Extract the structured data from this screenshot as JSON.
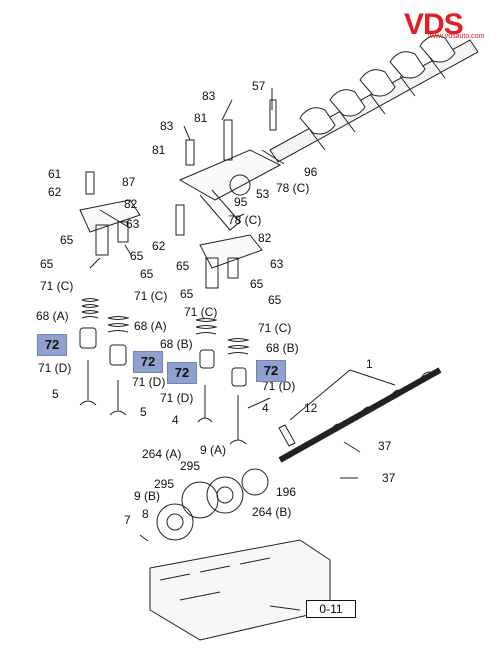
{
  "logo": {
    "text": "VDS",
    "url": "www.vdsauto.com",
    "color": "#e41e26"
  },
  "highlight_color": "#8fa2cf",
  "callouts": {
    "c83": "83",
    "c57": "57",
    "c83b": "83",
    "c81a": "81",
    "c81b": "81",
    "c96": "96",
    "c78c_a": "78 (C)",
    "c53": "53",
    "c95": "95",
    "c78c_b": "78 (C)",
    "c61": "61",
    "c62a": "62",
    "c87": "87",
    "c82a": "82",
    "c63a": "63",
    "c65a": "65",
    "c62b": "62",
    "c82b": "82",
    "c65b": "65",
    "c65c": "65",
    "c63b": "63",
    "c65d": "65",
    "c71c_a": "71 (C)",
    "c71c_b": "71 (C)",
    "c65e": "65",
    "c65f": "65",
    "c71c_c": "71 (C)",
    "c68a_a": "68 (A)",
    "c68a_b": "68 (A)",
    "c71c_d": "71 (C)",
    "c68b_a": "68 (B)",
    "c68b_b": "68 (B)",
    "c71d_a": "71 (D)",
    "c71d_b": "71 (D)",
    "c71d_c": "71 (D)",
    "c71d_d": "71 (D)",
    "c5a": "5",
    "c5b": "5",
    "c4a": "4",
    "c4b": "4",
    "c1": "1",
    "c12": "12",
    "c37a": "37",
    "c37b": "37",
    "c264a": "264 (A)",
    "c9a": "9 (A)",
    "c295a": "295",
    "c295b": "295",
    "c9b": "9 (B)",
    "c196": "196",
    "c264b": "264 (B)",
    "c7": "7",
    "c8": "8"
  },
  "highlights": {
    "h1": "72",
    "h2": "72",
    "h3": "72",
    "h4": "72"
  },
  "ref_box": "0-11"
}
